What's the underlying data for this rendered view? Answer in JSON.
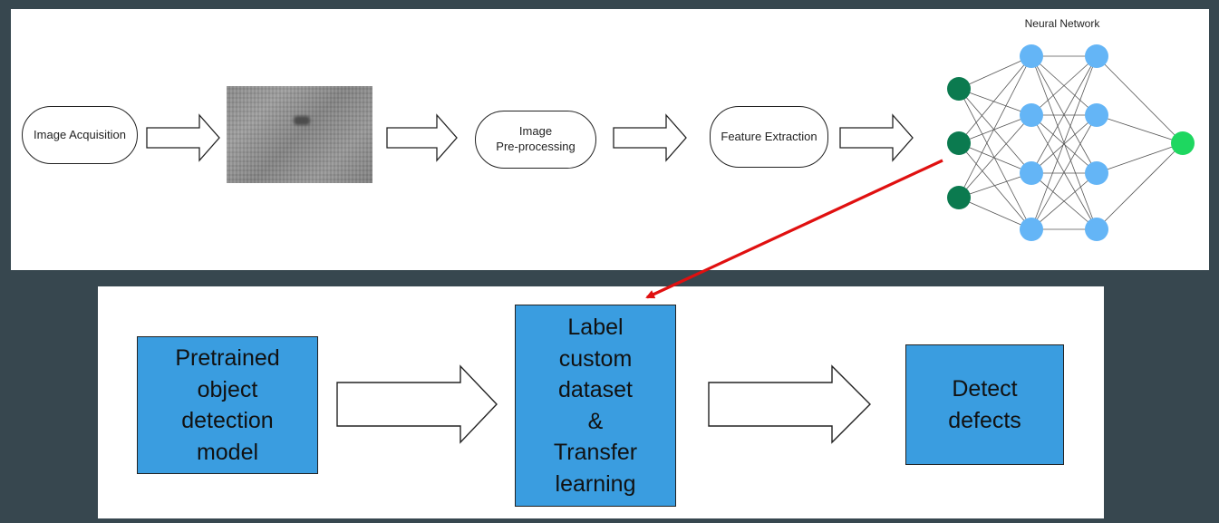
{
  "pipeline": {
    "image_acquisition": "Image Acquisition",
    "image_preprocessing": "Image\nPre-processing",
    "feature_extraction": "Feature Extraction",
    "neural_network_title": "Neural Network"
  },
  "transfer_pipeline": {
    "pretrained_model": "Pretrained\nobject\ndetection\nmodel",
    "label_and_transfer": "Label\ncustom\ndataset\n&\nTransfer\nlearning",
    "detect_defects": "Detect\ndefects"
  },
  "colors": {
    "background": "#37474f",
    "box_blue": "#3a9de0",
    "input_node": "#0b7a4f",
    "hidden_node": "#64b5f6",
    "output_node": "#1ed760",
    "connector_arrow": "#e01010"
  }
}
